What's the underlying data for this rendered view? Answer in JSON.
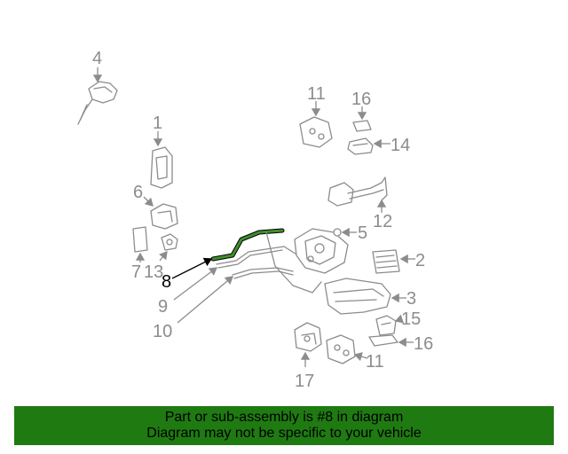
{
  "diagram": {
    "highlighted_part": "8",
    "highlight_color": "#3f8f2e",
    "part_color": "#8c8c8c",
    "callouts": [
      "4",
      "1",
      "6",
      "7",
      "13",
      "8",
      "9",
      "10",
      "11",
      "16",
      "14",
      "12",
      "5",
      "2",
      "3",
      "15",
      "16",
      "11",
      "17"
    ]
  },
  "banner": {
    "line1": "Part or sub-assembly is #8 in diagram",
    "line2": "Diagram may not be specific to your vehicle",
    "background": "#1f7a12"
  }
}
